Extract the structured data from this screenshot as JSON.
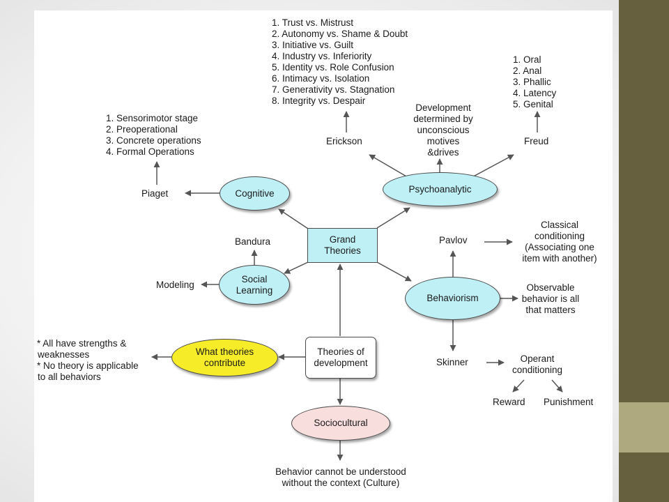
{
  "nodes": {
    "grand": "Grand Theories",
    "cognitive": "Cognitive",
    "psychoanalytic": "Psychoanalytic",
    "social": "Social Learning",
    "behaviorism": "Behaviorism",
    "what": "What theories contribute",
    "theories": "Theories of development",
    "sociocultural": "Sociocultural"
  },
  "labels": {
    "piaget": "Piaget",
    "erickson": "Erickson",
    "freud": "Freud",
    "bandura": "Bandura",
    "modeling": "Modeling",
    "pavlov": "Pavlov",
    "skinner": "Skinner",
    "reward": "Reward",
    "punishment": "Punishment",
    "psychoanalytic_note": [
      "Development",
      "determined by",
      "unconscious",
      "motives",
      "&drives"
    ],
    "classical": [
      "Classical",
      "conditioning",
      "(Associating one",
      "item with another)"
    ],
    "observable": [
      "Observable",
      "behavior is all",
      "that matters"
    ],
    "operant": [
      "Operant",
      "conditioning"
    ],
    "sociocultural_note": [
      "Behavior cannot be understood",
      "without the context (Culture)"
    ],
    "contribute_notes": [
      "* All have strengths &",
      "weaknesses",
      "* No theory is applicable",
      "to all behaviors"
    ]
  },
  "lists": {
    "erickson": [
      "1. Trust vs. Mistrust",
      "2. Autonomy vs. Shame & Doubt",
      "3. Initiative vs. Guilt",
      "4. Industry vs. Inferiority",
      "5. Identity vs. Role Confusion",
      "6. Intimacy vs. Isolation",
      "7. Generativity vs. Stagnation",
      "8. Integrity vs. Despair"
    ],
    "freud": [
      "1. Oral",
      "2. Anal",
      "3. Phallic",
      "4. Latency",
      "5. Genital"
    ],
    "piaget": [
      "1. Sensorimotor stage",
      "2. Preoperational",
      "3. Concrete operations",
      "4. Formal Operations"
    ]
  },
  "colors": {
    "cyan_fill": "#bff0f6",
    "yellow_fill": "#f6ec27",
    "pink_fill": "#f9dede",
    "sidebar_dark": "#67603f",
    "sidebar_light": "#aea97e",
    "arrow": "#555555"
  }
}
